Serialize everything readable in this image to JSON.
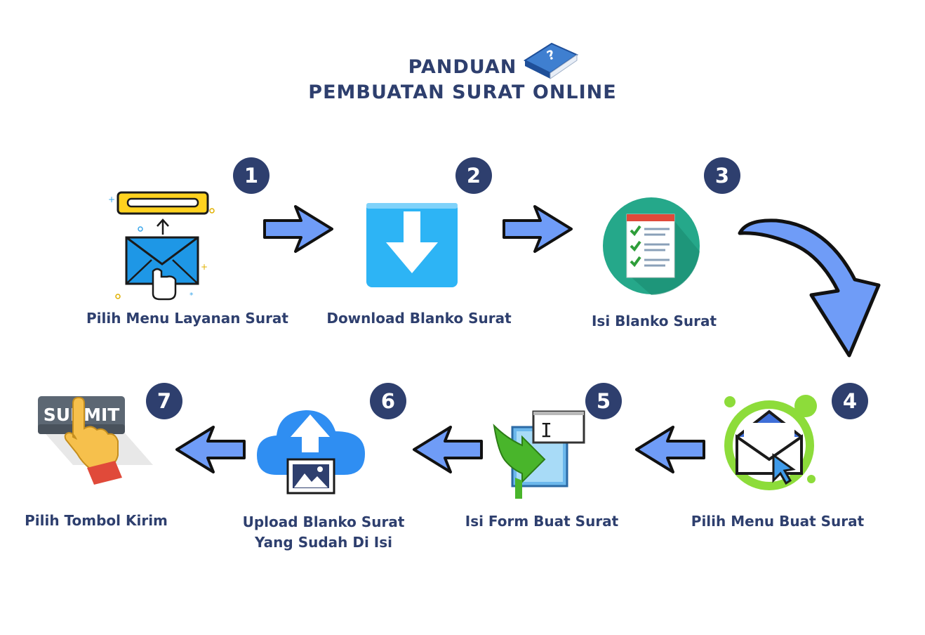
{
  "title": {
    "line1": "PANDUAN",
    "line2": "PEMBUATAN SURAT ONLINE"
  },
  "steps": [
    {
      "number": "1",
      "label": "Pilih Menu Layanan Surat"
    },
    {
      "number": "2",
      "label": "Download Blanko Surat"
    },
    {
      "number": "3",
      "label": "Isi Blanko Surat"
    },
    {
      "number": "4",
      "label": "Pilih Menu Buat Surat"
    },
    {
      "number": "5",
      "label": "Isi Form Buat Surat"
    },
    {
      "number": "6",
      "label_line1": "Upload Blanko Surat",
      "label_line2": "Yang Sudah Di Isi"
    },
    {
      "number": "7",
      "label": "Pilih Tombol Kirim"
    }
  ],
  "submit_icon_text": "SUBMIT",
  "colors": {
    "title": "#2e3f6e",
    "badge": "#2e3f6e",
    "arrow_fill": "#6f9cf7",
    "arrow_stroke": "#111111"
  }
}
